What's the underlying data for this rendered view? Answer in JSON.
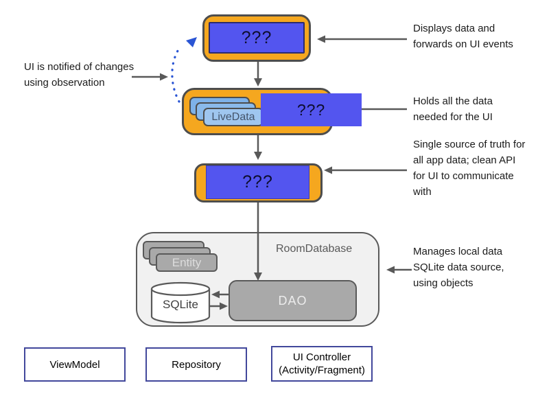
{
  "diagram": {
    "placeholders": {
      "top": "???",
      "middle": "???",
      "bottom": "???"
    },
    "nodes": {
      "livedata_label": "LiveData",
      "room_title": "RoomDatabase",
      "entity_label": "Entity",
      "sqlite_label": "SQLite",
      "dao_label": "DAO"
    },
    "annotations": {
      "displays": "Displays data and\nforwards on UI events",
      "holds": "Holds all the data\nneeded for the UI",
      "single_source": "Single source of truth for\nall app data; clean API\nfor UI to communicate\nwith",
      "manages": "Manages local data\nSQLite data source,\nusing objects",
      "observation": "UI is notified of changes\nusing observation"
    },
    "answer_options": [
      {
        "label": "ViewModel"
      },
      {
        "label": "Repository"
      },
      {
        "label": "UI Controller\n(Activity/Fragment)"
      }
    ],
    "colors": {
      "node_fill": "#F5A71F",
      "placeholder_fill": "#5355EF",
      "livedata_fill": "#9FC6EF",
      "gray_fill": "#A9A9A9",
      "arrow_gray": "#595959",
      "observe_blue": "#2A55D4",
      "option_border": "#41479B"
    }
  }
}
